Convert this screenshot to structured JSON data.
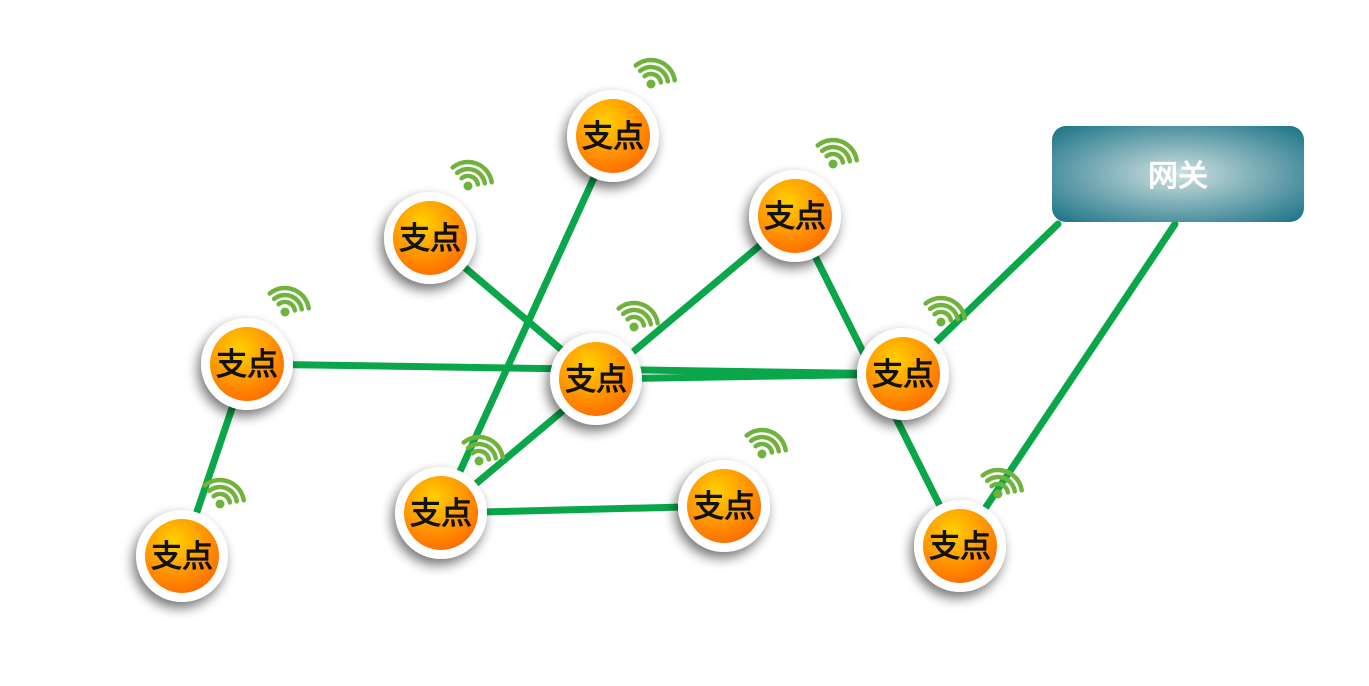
{
  "colors": {
    "link": "#0aa64a",
    "node_ring": "#ffffff",
    "node_core_light": "#ffd000",
    "node_core_dark": "#ff6a00",
    "signal": "#6fb33c",
    "gateway_dark": "#1a7286",
    "gateway_light": "#cfe0e0"
  },
  "icons": {
    "node": "wifi-signal-icon"
  },
  "gateway": {
    "label": "网关"
  },
  "nodes": [
    {
      "id": "n1",
      "label": "支点"
    },
    {
      "id": "n2",
      "label": "支点"
    },
    {
      "id": "n3",
      "label": "支点"
    },
    {
      "id": "n4",
      "label": "支点"
    },
    {
      "id": "n5",
      "label": "支点"
    },
    {
      "id": "n6",
      "label": "支点"
    },
    {
      "id": "n7",
      "label": "支点"
    },
    {
      "id": "n8",
      "label": "支点"
    },
    {
      "id": "n9",
      "label": "支点"
    },
    {
      "id": "n10",
      "label": "支点"
    }
  ],
  "links": [
    [
      "n1",
      "n2"
    ],
    [
      "n2",
      "n6"
    ],
    [
      "n3",
      "n4"
    ],
    [
      "n4",
      "n6"
    ],
    [
      "n6",
      "gateway"
    ],
    [
      "n5",
      "n8"
    ],
    [
      "n7",
      "n8"
    ],
    [
      "n8",
      "n9"
    ],
    [
      "n9",
      "n10"
    ],
    [
      "n10",
      "gateway"
    ]
  ]
}
